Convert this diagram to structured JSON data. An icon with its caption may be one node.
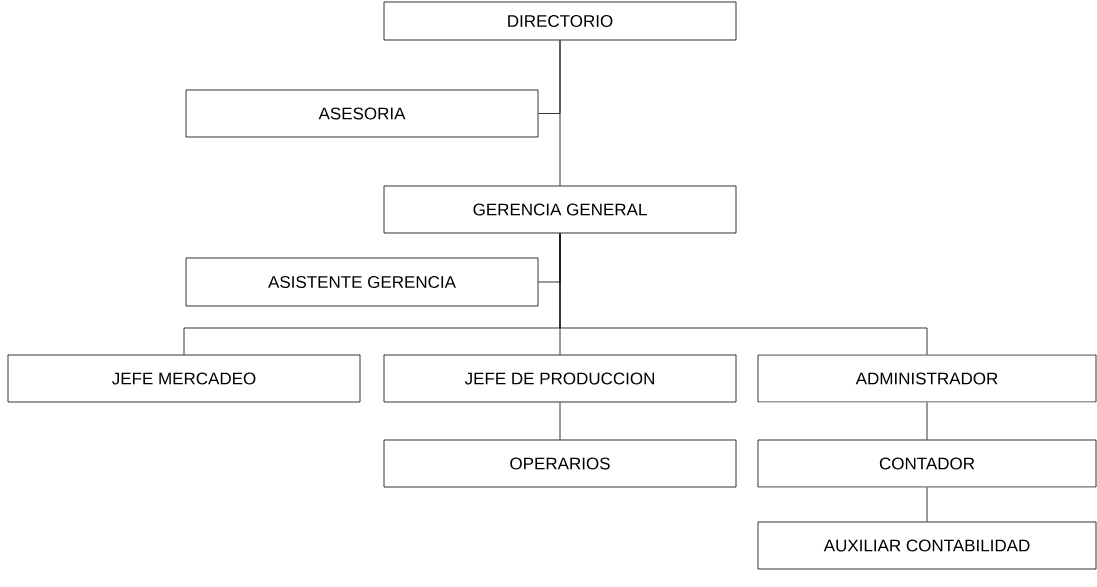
{
  "diagram": {
    "nodes": [
      {
        "text": [
          "DIRECTORIO"
        ]
      },
      {
        "text": [
          "ASESORIA"
        ]
      },
      {
        "text": [
          "GERENCIA GENERAL"
        ]
      },
      {
        "text": [
          "ASISTENTE GERENCIA"
        ]
      },
      {
        "text": [
          "JEFE MERCADEO"
        ]
      },
      {
        "text": [
          "JEFE DE PRODUCCION"
        ]
      },
      {
        "text": [
          "ADMINISTRADOR"
        ]
      },
      {
        "text": [
          "OPERARIOS"
        ]
      },
      {
        "text": [
          "CONTADOR"
        ]
      },
      {
        "text": [
          "AUXILIAR CONTABILIDAD"
        ]
      }
    ],
    "edges": [
      {
        "from": 0,
        "to": 2,
        "arrow": "none"
      },
      {
        "from": 1,
        "to": 0,
        "arrow": "none"
      },
      {
        "from": 2,
        "to": 3,
        "arrow": "none"
      },
      {
        "from": 2,
        "to": 4,
        "arrow": "none"
      },
      {
        "from": 2,
        "to": 5,
        "arrow": "none"
      },
      {
        "from": 2,
        "to": 6,
        "arrow": "none"
      },
      {
        "from": 5,
        "to": 7,
        "arrow": "none"
      },
      {
        "from": 6,
        "to": 8,
        "arrow": "none"
      },
      {
        "from": 8,
        "to": 9,
        "arrow": "none"
      }
    ]
  }
}
